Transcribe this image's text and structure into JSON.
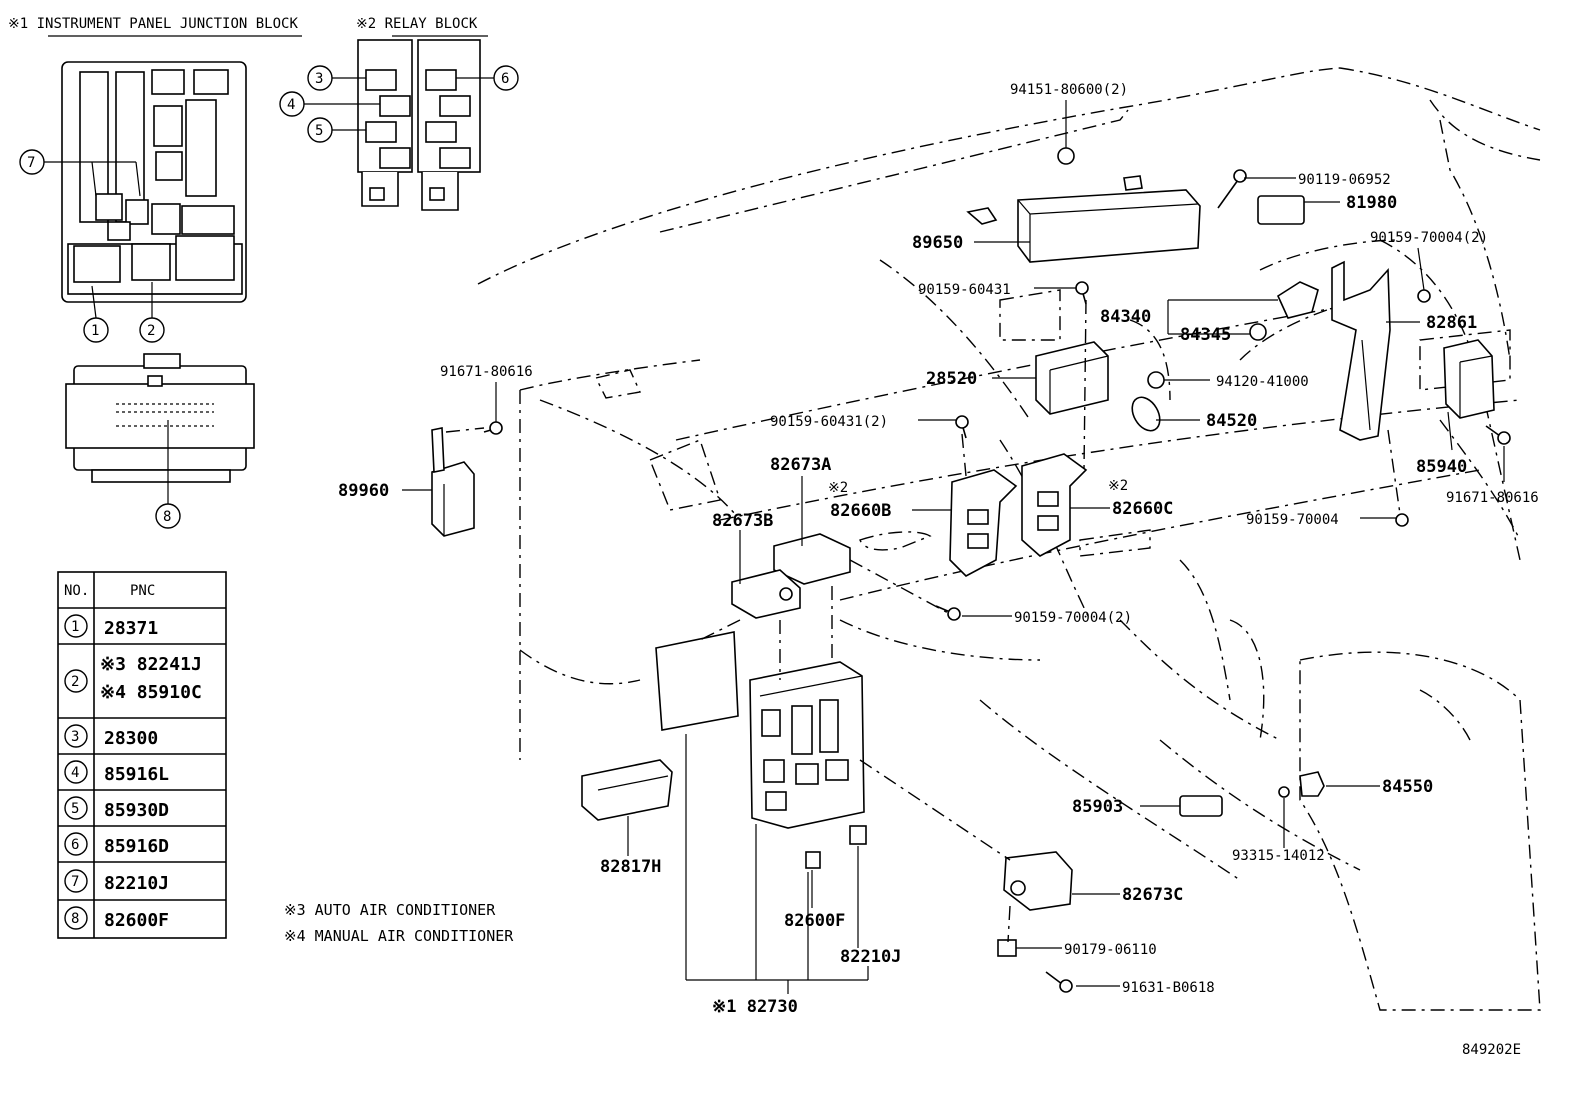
{
  "headers": {
    "instrument_panel_junction_block": "※1  INSTRUMENT PANEL JUNCTION BLOCK",
    "relay_block": "※2  RELAY BLOCK"
  },
  "callouts": {
    "c1": "1",
    "c2": "2",
    "c3": "3",
    "c4": "4",
    "c5": "5",
    "c6": "6",
    "c7": "7",
    "c8": "8"
  },
  "pnc_table": {
    "col_no": "NO.",
    "col_pnc": "PNC",
    "rows": [
      {
        "no": "1",
        "pnc": "28371"
      },
      {
        "no": "2",
        "pnc_a": "※3 82241J",
        "pnc_b": "※4 85910C"
      },
      {
        "no": "3",
        "pnc": "28300"
      },
      {
        "no": "4",
        "pnc": "85916L"
      },
      {
        "no": "5",
        "pnc": "85930D"
      },
      {
        "no": "6",
        "pnc": "85916D"
      },
      {
        "no": "7",
        "pnc": "82210J"
      },
      {
        "no": "8",
        "pnc": "82600F"
      }
    ]
  },
  "notes": {
    "n3": "※3 AUTO AIR CONDITIONER",
    "n4": "※4 MANUAL AIR CONDITIONER"
  },
  "parts": {
    "p94151": "94151-80600(2)",
    "p90119": "90119-06952",
    "p81980": "81980",
    "p89650": "89650",
    "p90159_70004_2_top": "90159-70004(2)",
    "p90159_60431": "90159-60431",
    "p84340": "84340",
    "p84345": "84345",
    "p82861": "82861",
    "p91671_80616_left": "91671-80616",
    "p28520": "28520",
    "p94120": "94120-41000",
    "p90159_60431_2": "90159-60431(2)",
    "p84520": "84520",
    "p89960": "89960",
    "p82673A": "82673A",
    "p85940": "85940",
    "p91671_80616_right": "91671-80616",
    "mark_82660B": "※2",
    "p82660B": "82660B",
    "mark_82660C": "※2",
    "p82660C": "82660C",
    "p82673B": "82673B",
    "p90159_70004": "90159-70004",
    "p90159_70004_2_mid": "90159-70004(2)",
    "p84550": "84550",
    "p85903": "85903",
    "p93315": "93315-14012",
    "p82817H": "82817H",
    "p82673C": "82673C",
    "p82600F": "82600F",
    "p90179": "90179-06110",
    "p82210J": "82210J",
    "p91631": "91631-B0618",
    "p82730": "※1 82730"
  },
  "figure_code": "849202E"
}
